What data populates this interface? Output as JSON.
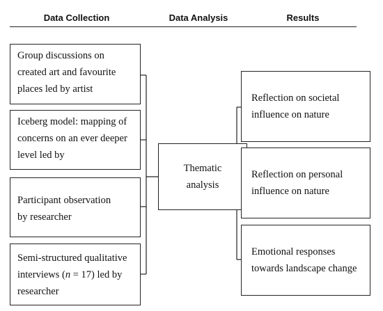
{
  "headers": {
    "collection": "Data Collection",
    "analysis": "Data Analysis",
    "results": "Results"
  },
  "data_collection": [
    "Group discussions on created art and favourite places led by artist",
    "Iceberg model: mapping of concerns on an ever deeper level led by",
    "Participant observation by researcher",
    "Semi-structured qualitative interviews (n = 17) led by researcher"
  ],
  "data_analysis": "Thematic analysis",
  "results": [
    "Reflection on societal influence on nature",
    "Reflection on personal influence on nature",
    "Emotional responses towards landscape change"
  ],
  "colors": {
    "line": "#222222",
    "background": "#ffffff",
    "text": "#111111"
  }
}
